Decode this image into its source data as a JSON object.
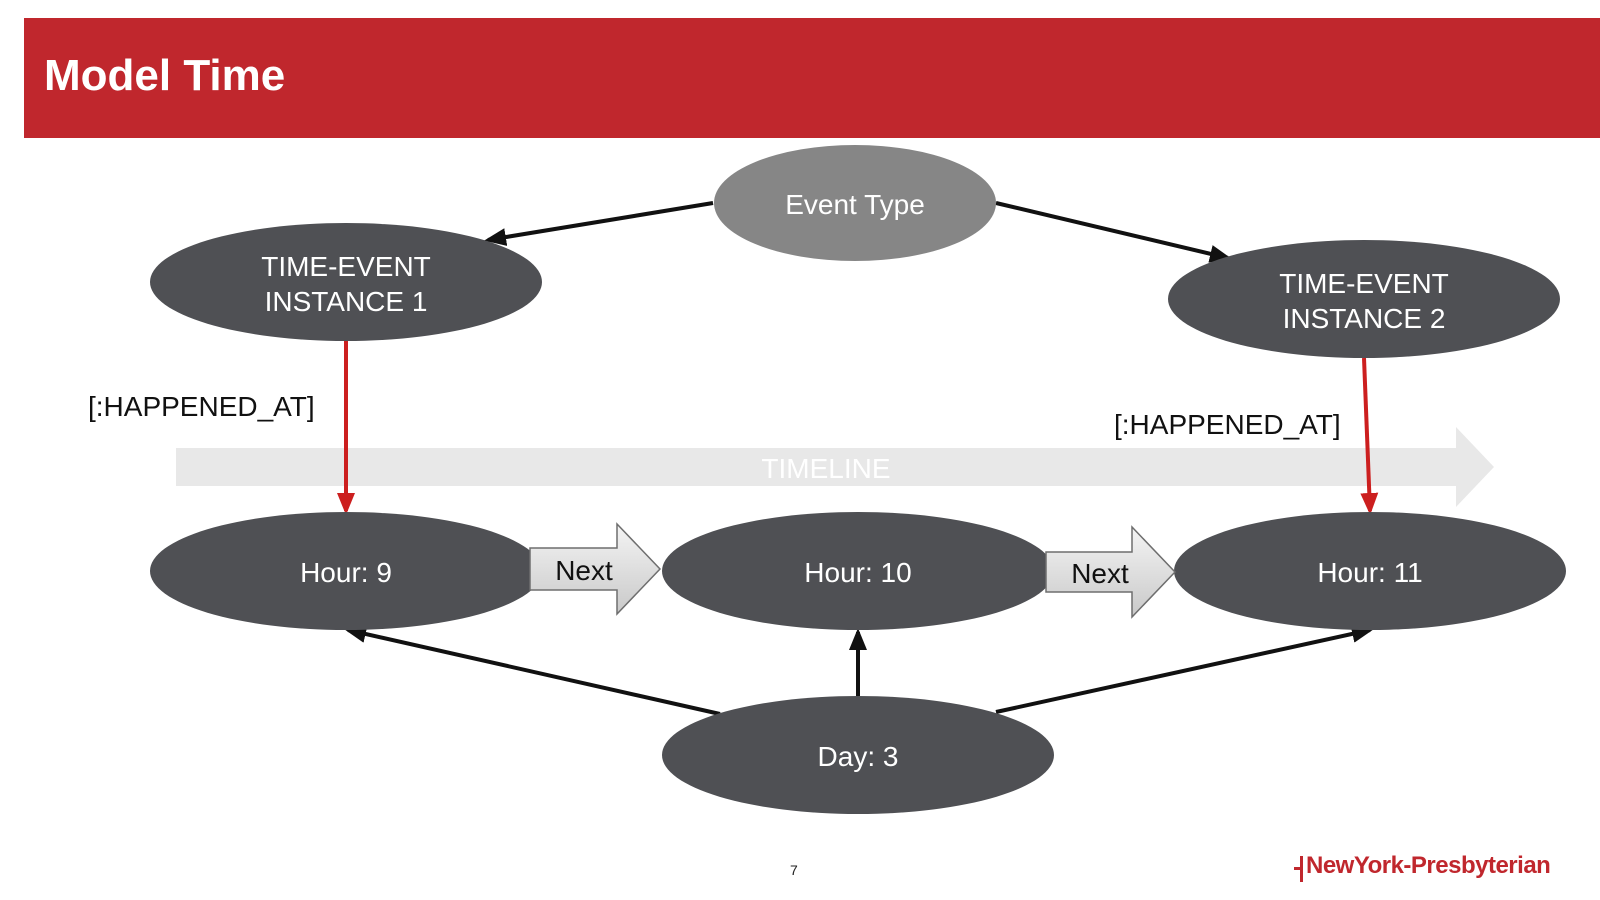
{
  "title": "Model Time",
  "colors": {
    "header": "#c0272d",
    "node_dark": "#4f5054",
    "node_gray": "#868686",
    "timeline": "#e8e8e8",
    "happened_edge": "#cc1f1f",
    "edge": "#111111"
  },
  "nodes": {
    "event_type": "Event Type",
    "instance1_line1": "TIME-EVENT",
    "instance1_line2": "INSTANCE 1",
    "instance2_line1": "TIME-EVENT",
    "instance2_line2": "INSTANCE 2",
    "hour9": "Hour: 9",
    "hour10": "Hour: 10",
    "hour11": "Hour: 11",
    "day3": "Day: 3"
  },
  "edges": {
    "happened_at_1": "[:HAPPENED_AT]",
    "happened_at_2": "[:HAPPENED_AT]",
    "next_1": "Next",
    "next_2": "Next"
  },
  "timeline_label": "TIMELINE",
  "page_number": "7",
  "logo_text": "NewYork-Presbyterian"
}
